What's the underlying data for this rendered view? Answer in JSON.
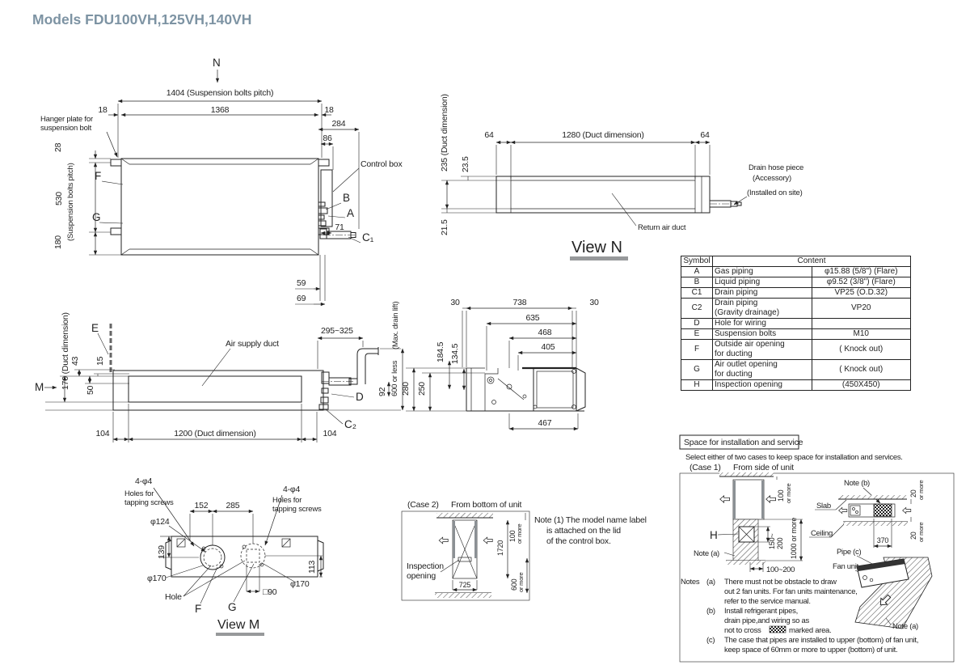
{
  "title": "Models FDU100VH,125VH,140VH",
  "top_view": {
    "n_label": "N",
    "dim_pitch_w": "1404 (Suspension bolts pitch)",
    "dim_18l": "18",
    "dim_w": "1368",
    "dim_18r": "18",
    "dim_284": "284",
    "dim_86": "86",
    "hanger1": "Hanger plate for",
    "hanger2": "suspension bolt",
    "dim_28": "28",
    "dim_530": "530",
    "pitch_v": "(Suspension bolts pitch)",
    "dim_180": "180",
    "lbl_f": "F",
    "lbl_g": "G",
    "control_box": "Control box",
    "lbl_b": "B",
    "lbl_a": "A",
    "dim_71": "71",
    "lbl_c1": "C₁",
    "dim_59": "59",
    "dim_69": "69"
  },
  "view_n": {
    "dim_duct_h": "235 (Duct dimension)",
    "dim_23_5": "23.5",
    "dim_21_5": "21.5",
    "dim_64l": "64",
    "dim_duct_w": "1280 (Duct dimension)",
    "dim_64r": "64",
    "drain1": "Drain hose piece",
    "drain2": "(Accessory)",
    "drain3": "(Installed on site)",
    "return_duct": "Return air duct",
    "title": "View N"
  },
  "table": {
    "h_symbol": "Symbol",
    "h_content": "Content",
    "rows": [
      {
        "s": "A",
        "n": "Gas piping",
        "v": "φ15.88 (5/8\") (Flare)"
      },
      {
        "s": "B",
        "n": "Liquid piping",
        "v": "φ9.52 (3/8\") (Flare)"
      },
      {
        "s": "C1",
        "n": "Drain piping",
        "v": "VP25 (O.D.32)"
      },
      {
        "s": "C2",
        "n": "Drain piping\n (Gravity drainage)",
        "v": "VP20"
      },
      {
        "s": "D",
        "n": "Hole for wiring",
        "v": ""
      },
      {
        "s": "E",
        "n": "Suspension bolts",
        "v": "M10"
      },
      {
        "s": "F",
        "n": "Outside air opening\nfor ducting",
        "v": "( Knock out)"
      },
      {
        "s": "G",
        "n": "Air outlet opening\nfor ducting",
        "v": "( Knock out)"
      },
      {
        "s": "H",
        "n": "Inspection opening",
        "v": "(450X450)"
      }
    ]
  },
  "side_view": {
    "lbl_e": "E",
    "lbl_m": "M",
    "dim_duct_h": "170 (Duct dimension)",
    "dim_43": "43",
    "dim_15": "15",
    "dim_50": "50",
    "air_supply": "Air supply duct",
    "dim_104l": "104",
    "dim_duct_w": "1200 (Duct dimension)",
    "dim_104r": "104",
    "dim_drain": "295~325",
    "dim_92": "92",
    "max_drain": "(Max. drain lift)",
    "drain_600": "600 or less",
    "lbl_d": "D",
    "lbl_c2": "C₂",
    "dim_280": "280",
    "dim_250": "250"
  },
  "detail_view": {
    "dim_30l": "30",
    "dim_738": "738",
    "dim_30r": "30",
    "dim_635": "635",
    "dim_468": "468",
    "dim_405": "405",
    "dim_184_5": "184.5",
    "dim_134_5": "134.5",
    "dim_467": "467"
  },
  "view_m": {
    "holes_l1": "4-φ4",
    "holes_l2": "Holes for",
    "holes_l3": "tapping screws",
    "holes_r1": "4-φ4",
    "holes_r2": "Holes for",
    "holes_r3": "tapping screws",
    "dim_152": "152",
    "dim_285": "285",
    "dia_124": "φ124",
    "dim_139": "139",
    "dia_170l": "φ170",
    "dia_170r": "φ170",
    "dim_113": "113",
    "sq_90": "□90",
    "hole": "Hole",
    "lbl_f": "F",
    "lbl_g": "G",
    "title": "View M"
  },
  "case2": {
    "label": "(Case 2)",
    "sub": "From bottom of unit",
    "dim_100": "100",
    "more_100": "or more",
    "dim_1720": "1720",
    "dim_600": "600",
    "more_600": "or more",
    "dim_725": "725",
    "insp1": "Inspection",
    "insp2": "opening"
  },
  "note1": {
    "l1": "Note (1) The model name label",
    "l2": "is attached on the lid",
    "l3": "of the control box."
  },
  "install": {
    "box_title": "Space for installation and service",
    "intro": "Select either of two cases to keep space for installation and services.",
    "case1": "(Case 1)",
    "case1_sub": "From side of unit",
    "dim_100": "100",
    "more_100": "or more",
    "lbl_h": "H",
    "note_a": "Note (a)",
    "dim_150": "150~",
    "dim_200": "200",
    "dim_1000": "1000 or more",
    "dim_100_200": "100~200",
    "note_b": "Note (b)",
    "slab": "Slab",
    "ceiling": "Ceiling",
    "dim_20t": "20",
    "more_20t": "or more",
    "dim_20b": "20",
    "more_20b": "or more",
    "dim_370": "370",
    "pipe_c": "Pipe (c)",
    "fan_unit": "Fan unit",
    "note_a2": "Note (a)",
    "notes_word": "Notes",
    "a_tag": "(a)",
    "a1": "There must not be obstacle to draw",
    "a2": "out 2 fan units. For fan units maintenance,",
    "a3": "refer to the service manual.",
    "b_tag": "(b)",
    "b1": "Install refrigerant pipes,",
    "b2": "drain pipe,and wiring so as",
    "b3pre": "not to cross",
    "b3post": "marked area.",
    "c_tag": "(c)",
    "c1": "The case that pipes are installed to upper (bottom) of fan unit,",
    "c2": "keep space of 60mm or more to upper (bottom) of unit."
  }
}
